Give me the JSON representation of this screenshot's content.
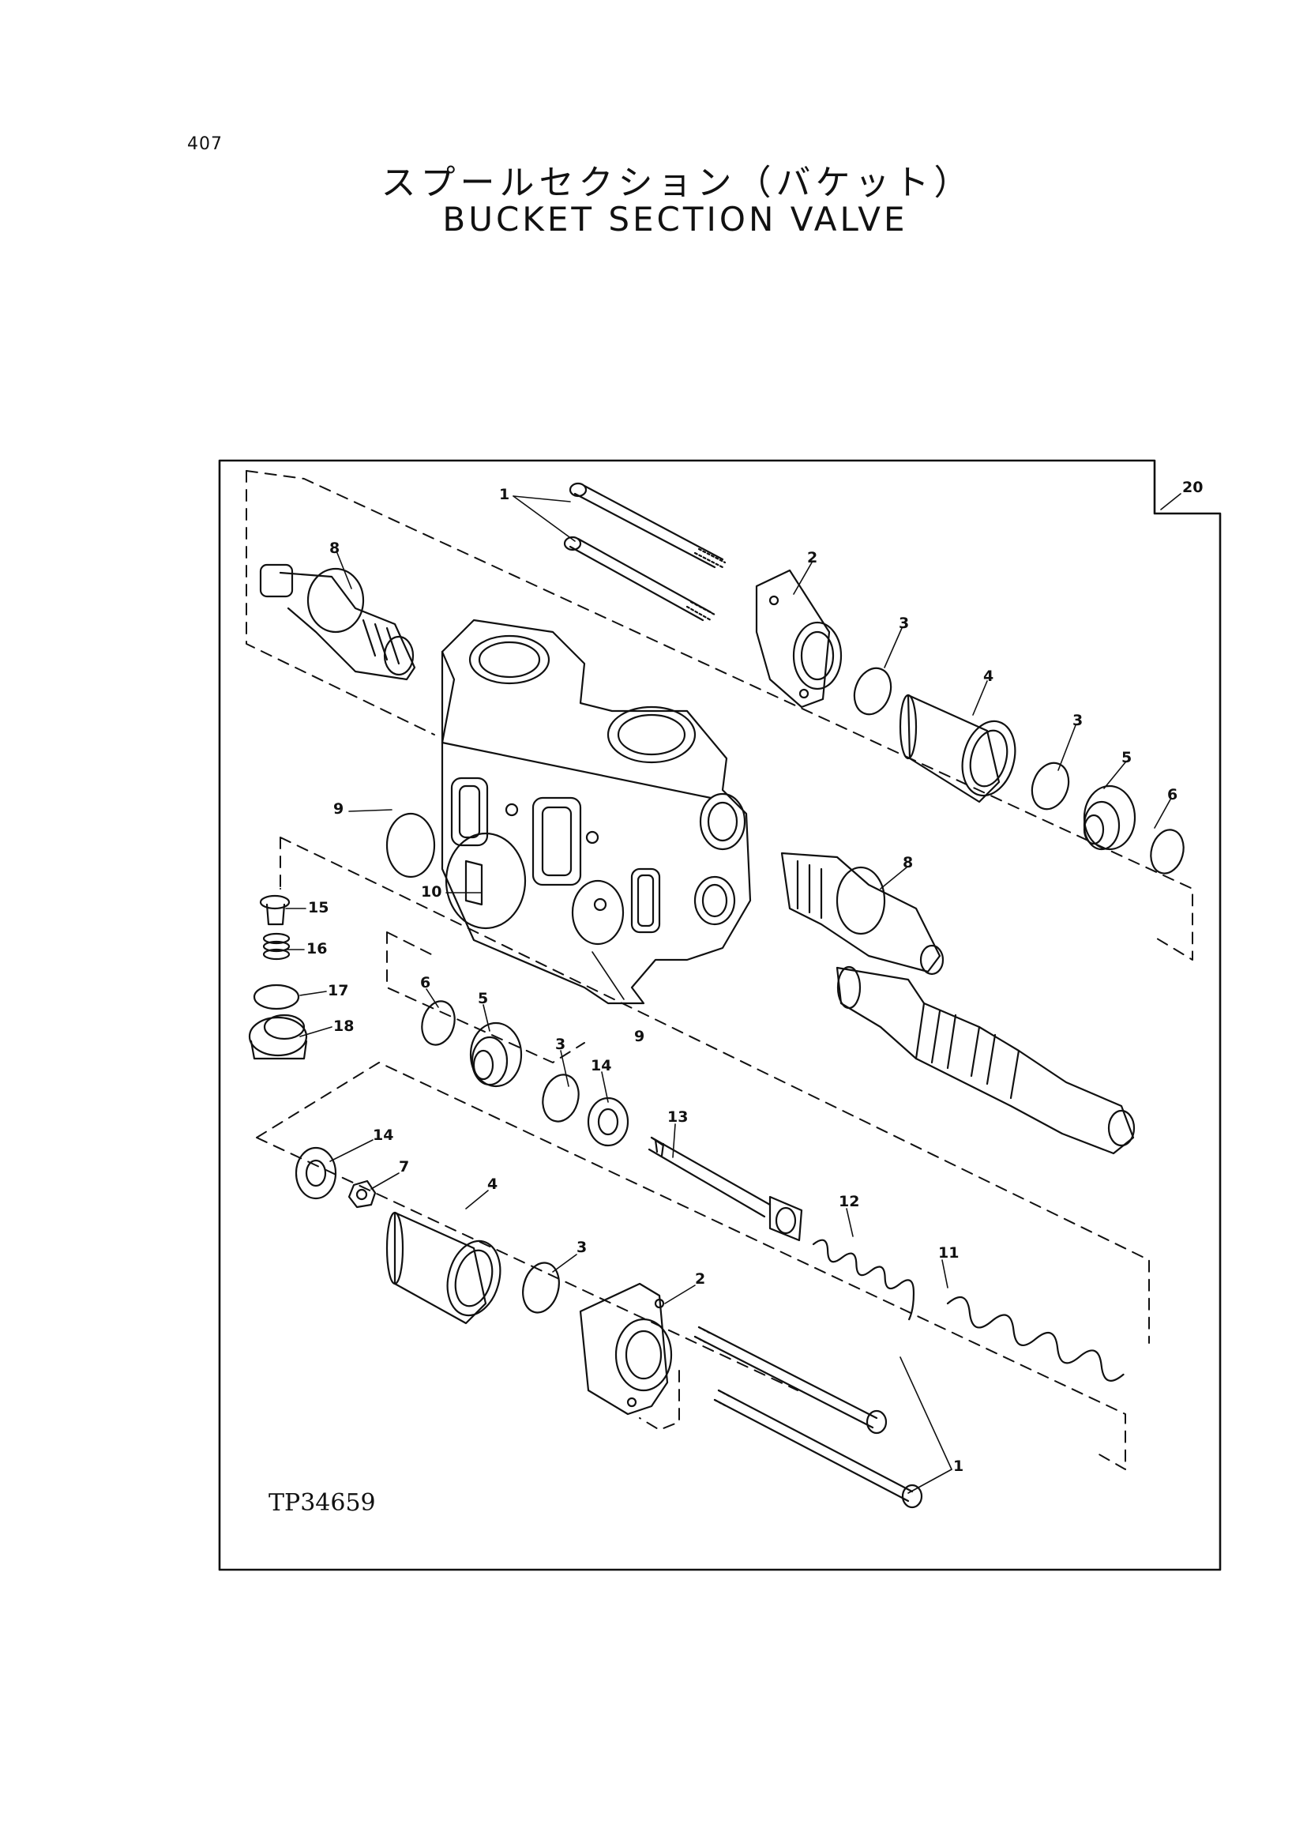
{
  "page_number": "407",
  "title_japanese": "スプールセクション（バケット）",
  "title_english": "BUCKET SECTION VALVE",
  "figure_code": "TP34659",
  "colors": {
    "ink": "#111111",
    "paper": "#ffffff"
  },
  "callouts": {
    "c1_top": "1",
    "c2_top": "2",
    "c3_top": "3",
    "c4_top": "4",
    "c3_mid": "3",
    "c5_top": "5",
    "c6_top": "6",
    "c8_top": "8",
    "c8_mid": "8",
    "c9_left": "9",
    "c10": "10",
    "c9_low": "9",
    "c15": "15",
    "c16": "16",
    "c17": "17",
    "c18": "18",
    "c6_low": "6",
    "c5_low": "5",
    "c3_low": "3",
    "c14_low": "14",
    "c13": "13",
    "c14_left": "14",
    "c7": "7",
    "c4_low": "4",
    "c3_bot": "3",
    "c2_bot": "2",
    "c12": "12",
    "c11": "11",
    "c1_bot": "1",
    "c20": "20"
  }
}
